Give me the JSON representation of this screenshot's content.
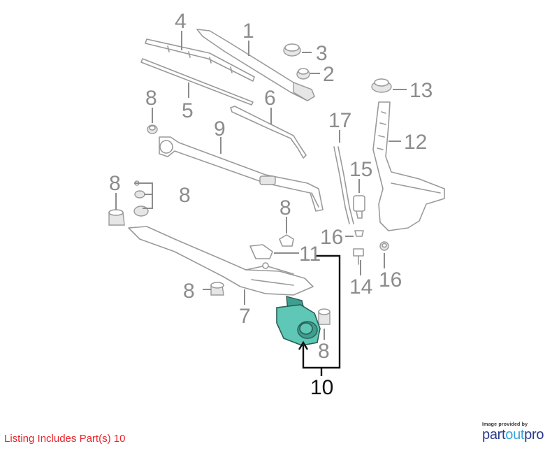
{
  "callouts": [
    {
      "key": "c4",
      "label": "4"
    },
    {
      "key": "c1",
      "label": "1"
    },
    {
      "key": "c3",
      "label": "3"
    },
    {
      "key": "c2",
      "label": "2"
    },
    {
      "key": "c13",
      "label": "13"
    },
    {
      "key": "c8a",
      "label": "8"
    },
    {
      "key": "c5",
      "label": "5"
    },
    {
      "key": "c6",
      "label": "6"
    },
    {
      "key": "c17",
      "label": "17"
    },
    {
      "key": "c12",
      "label": "12"
    },
    {
      "key": "c9",
      "label": "9"
    },
    {
      "key": "c15",
      "label": "15"
    },
    {
      "key": "c8b",
      "label": "8"
    },
    {
      "key": "c8c",
      "label": "8"
    },
    {
      "key": "c8d",
      "label": "8"
    },
    {
      "key": "c16a",
      "label": "16"
    },
    {
      "key": "c11",
      "label": "11"
    },
    {
      "key": "c14",
      "label": "14"
    },
    {
      "key": "c16b",
      "label": "16"
    },
    {
      "key": "c8e",
      "label": "8"
    },
    {
      "key": "c7",
      "label": "7"
    },
    {
      "key": "c8f",
      "label": "8"
    }
  ],
  "highlight": {
    "label": "10",
    "color": "#5fc7b6"
  },
  "listing_note": "Listing Includes Part(s) 10",
  "credit": {
    "small": "Image provided by",
    "brand_a": "part",
    "brand_b": "out",
    "brand_c": "pro"
  },
  "colors": {
    "note": "#e8232a",
    "callout": "#8c8c8c",
    "highlight_callout": "#111111",
    "brand": "#2b3a8c",
    "brand_accent": "#34a3d8"
  }
}
